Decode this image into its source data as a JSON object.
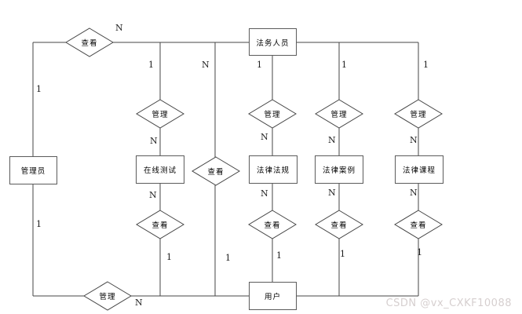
{
  "entities": {
    "admin": "管理员",
    "legal_staff": "法务人员",
    "online_test": "在线测试",
    "laws": "法律法规",
    "cases": "法律案例",
    "courses": "法律课程",
    "user": "用户"
  },
  "relationships": {
    "view_top": "查看",
    "manage_test": "管理",
    "view_mid": "查看",
    "manage_laws": "管理",
    "manage_cases": "管理",
    "manage_courses": "管理",
    "view_test": "查看",
    "view_laws": "查看",
    "view_cases": "查看",
    "view_courses": "查看",
    "manage_bottom": "管理"
  },
  "cardinalities": [
    "N",
    "1",
    "1",
    "N",
    "1",
    "1",
    "1",
    "N",
    "N",
    "N",
    "N",
    "N",
    "N",
    "N",
    "N",
    "1",
    "1",
    "1",
    "1",
    "1",
    "1",
    "N"
  ],
  "watermark": {
    "text": "CSDN @vx_CXKF10088",
    "color": "#d6cfcf"
  },
  "colors": {
    "line": "#454545",
    "border": "#5b5b5b",
    "text": "#000000"
  }
}
